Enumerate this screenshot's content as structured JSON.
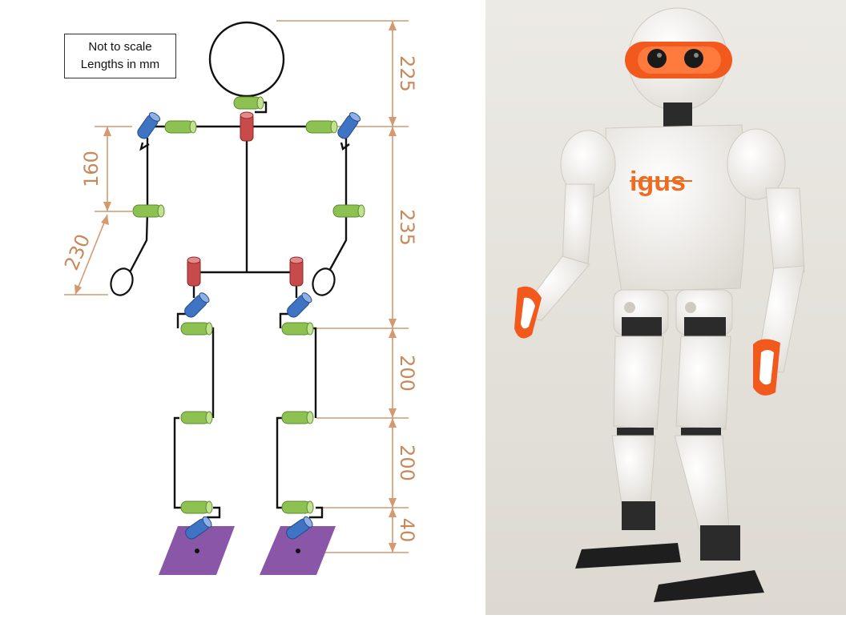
{
  "diagram": {
    "note_line1": "Not to scale",
    "note_line2": "Lengths in mm",
    "dimensions": {
      "head": "225",
      "torso": "235",
      "thigh": "200",
      "shin": "200",
      "foot": "40",
      "upper_arm": "160",
      "forearm": "230"
    },
    "colors": {
      "dimension": "#c8895a",
      "pitch_joint": "#8dc152",
      "roll_joint": "#3f73c4",
      "yaw_joint": "#c84b4b",
      "foot": "#8a56a8"
    }
  },
  "photo": {
    "brand_text": "igus",
    "colors": {
      "body": "#f4f2ee",
      "accent": "#f25a1d",
      "background": "#e8e5df"
    }
  }
}
